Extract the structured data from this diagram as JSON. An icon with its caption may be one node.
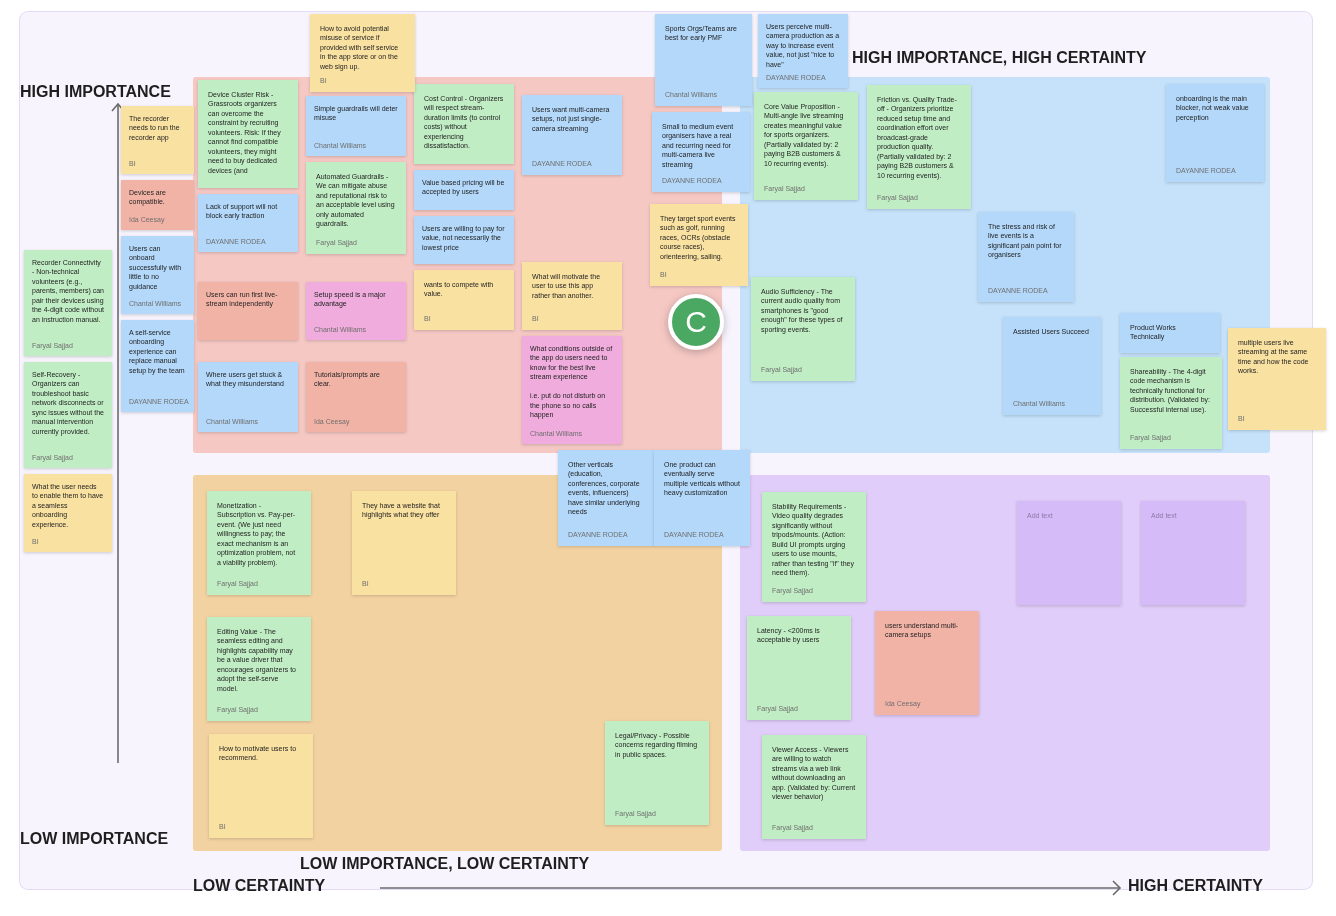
{
  "diagram": {
    "nodes": [
      {
        "text": [],
        "shape": "box"
      },
      {
        "text": [
          "HIGH IMPORTANCE, HIGH CERTAINTY"
        ]
      },
      {
        "text": [
          "LOW IMPORTANCE, LOW CERTAINTY"
        ]
      },
      {
        "text": [],
        "shape": "box"
      },
      {
        "text": [
          "Sports Orgs/Teams are best for early PMF",
          "Chantal Williams"
        ]
      },
      {
        "text": [
          "Users perceive multi-camera production as a way to increase event value, not just \"nice to have\"",
          "DAYANNE RODEA"
        ]
      },
      {
        "text": [
          "How to avoid potential misuse of service if provided with self service in the app store or on the web sign up.",
          "BI"
        ]
      },
      {
        "text": [
          "Device Cluster Risk - Grassroots organizers can overcome the constraint by recruiting volunteers. Risk: If they cannot find compatible volunteers, they might need to buy dedicated devices (and"
        ],
        "in": 0
      },
      {
        "text": [
          "Simple guardrails will deter misuse",
          "Chantal Williams"
        ],
        "in": 0
      },
      {
        "text": [
          "Cost Control - Organizers will respect stream-duration limits (to control costs) without experiencing dissatisfaction."
        ],
        "in": 0
      },
      {
        "text": [
          "Users want multi-camera setups, not just single-camera streaming",
          "DAYANNE RODEA"
        ],
        "in": 0
      },
      {
        "text": [
          "Small to medium event organisers have a real and recurring need for multi-camera live streaming",
          "DAYANNE RODEA"
        ]
      },
      {
        "text": [
          "Core Value Proposition - Multi-angle live streaming creates meaningful value for sports organizers. (Partially validated by: 2 paying B2B customers & 10 recurring events).",
          "Faryal Sajjad"
        ],
        "in": 1
      },
      {
        "text": [
          "Friction vs. Quality Trade-off - Organizers prioritize reduced setup time and coordination effort over broadcast-grade production quality. (Partially validated by: 2 paying B2B customers & 10 recurring events).",
          "Faryal Sajjad"
        ],
        "in": 1
      },
      {
        "text": [
          "onboarding is the main blocker, not weak value perception",
          "DAYANNE RODEA"
        ],
        "in": 1
      },
      {
        "text": [
          "The recorder needs to run the recorder app",
          "BI"
        ]
      },
      {
        "text": [
          "Automated Guardrails - We can mitigate abuse and reputational risk to an acceptable level using only automated guardrails.",
          "Faryal Sajjad"
        ],
        "in": 0
      },
      {
        "text": [
          "Value based pricing will be accepted by users"
        ],
        "in": 0
      },
      {
        "text": [
          "They target sport events such as golf, running races, OCRs (obstacle course races), orienteering, sailing.",
          "BI"
        ]
      },
      {
        "text": [
          "Devices are compatible.",
          "Ida Ceesay"
        ]
      },
      {
        "text": [
          "Lack of support will not block early traction",
          "DAYANNE RODEA"
        ],
        "in": 0
      },
      {
        "text": [
          "Users are willing to pay for value, not necessarily the lowest price"
        ],
        "in": 0
      },
      {
        "text": [
          "The stress and risk of live events is a significant pain point for organisers",
          "DAYANNE RODEA"
        ],
        "in": 1
      },
      {
        "text": [
          "wants to compete with value.",
          "BI"
        ],
        "in": 0
      },
      {
        "text": [
          "What will motivate the user to use this app rather than another.",
          "BI"
        ],
        "in": 0
      },
      {
        "text": [
          "Audio Sufficiency - The current audio quality from smartphones is \"good enough\" for these types of sporting events.",
          "Faryal Sajjad"
        ],
        "in": 1
      },
      {
        "text": [
          "Recorder Connectivity - Non-technical volunteers (e.g., parents, members) can pair their devices using the 4-digit code without an instruction manual.",
          "Faryal Sajjad"
        ]
      },
      {
        "text": [
          "Users can onboard successfully with little to no guidance",
          "Chantal Williams"
        ]
      },
      {
        "text": [
          "Users can run first live-stream independently"
        ],
        "in": 0
      },
      {
        "text": [
          "Setup speed is a major advantage",
          "Chantal Williams"
        ],
        "in": 0
      },
      {
        "text": [
          "Assisted Users Succeed",
          "Chantal Williams"
        ],
        "in": 1
      },
      {
        "text": [
          "Product Works Technically"
        ],
        "in": 1
      },
      {
        "text": [
          "multiple users live streaming at the same time and how the code works.",
          "BI"
        ]
      },
      {
        "text": [
          "A self-service onboarding experience can replace manual setup by the team",
          "DAYANNE RODEA"
        ]
      },
      {
        "text": [
          "Self-Recovery - Organizers can troubleshoot basic network disconnects or sync issues without the manual intervention currently provided.",
          "Faryal Sajjad"
        ]
      },
      {
        "text": [
          "Tutorials/prompts are clear.",
          "Ida Ceesay"
        ],
        "in": 0
      },
      {
        "text": [
          "What conditions outside of the app do users need to know for the best live stream experience",
          "i.e. put do not disturb on the phone so no calls happen",
          "Chantal Williams"
        ],
        "in": 0
      },
      {
        "text": [
          "Shareability - The 4-digit code mechanism is technically functional for distribution. (Validated by: Successful internal use).",
          "Faryal Sajjad"
        ],
        "in": 1
      },
      {
        "text": [
          "Where users get stuck & what they misunderstand",
          "Chantal Williams"
        ],
        "in": 0
      },
      {
        "text": [
          "What the user needs to enable them to have a seamless onboarding experience.",
          "BI"
        ]
      },
      {
        "text": [
          "Other verticals (education, conferences, corporate events, influencers) have similar underlying needs",
          "DAYANNE RODEA"
        ]
      },
      {
        "text": [
          "One product can eventually serve multiple verticals without heavy customization",
          "DAYANNE RODEA"
        ]
      },
      {
        "text": [
          "Monetization - Subscription vs. Pay-per-event. (We just need willingness to pay; the exact mechanism is an optimization problem, not a viability problem).",
          "Faryal Sajjad"
        ],
        "in": 2
      },
      {
        "text": [
          "They have a website that highlights what they offer",
          "BI"
        ],
        "in": 2
      },
      {
        "text": [
          "Stability Requirements - Video quality degrades significantly without tripods/mounts. (Action: Build UI prompts urging users to use mounts, rather than testing \"if\" they need them).",
          "Faryal Sajjad"
        ],
        "in": 3
      },
      {
        "text": [
          "Add text"
        ],
        "in": 3
      },
      {
        "text": [
          "Add text"
        ],
        "in": 3
      },
      {
        "text": [
          "Latency - <200ms is acceptable by users",
          "Faryal Sajjad"
        ],
        "in": 3
      },
      {
        "text": [
          "users understand multi-camera setups",
          "Ida Ceesay"
        ],
        "in": 3
      },
      {
        "text": [
          "Editing Value - The seamless editing and highlights capability may be a value driver that encourages organizers to adopt the self-serve model.",
          "Faryal Sajjad"
        ],
        "in": 2
      },
      {
        "text": [
          "Legal/Privacy - Possible concerns regarding filming in public spaces.",
          "Faryal Sajjad"
        ],
        "in": 2
      },
      {
        "text": [
          "How to motivate users to recommend.",
          "BI"
        ],
        "in": 2
      },
      {
        "text": [
          "Viewer Access - Viewers are willing to watch streams via a web link without downloading an app. (Validated by: Current viewer behavior)",
          "Faryal Sajjad"
        ],
        "in": 3
      }
    ],
    "labels": [
      "HIGH IMPORTANCE",
      "C",
      "LOW IMPORTANCE",
      "LOW CERTAINTY",
      "HIGH CERTAINTY"
    ]
  }
}
